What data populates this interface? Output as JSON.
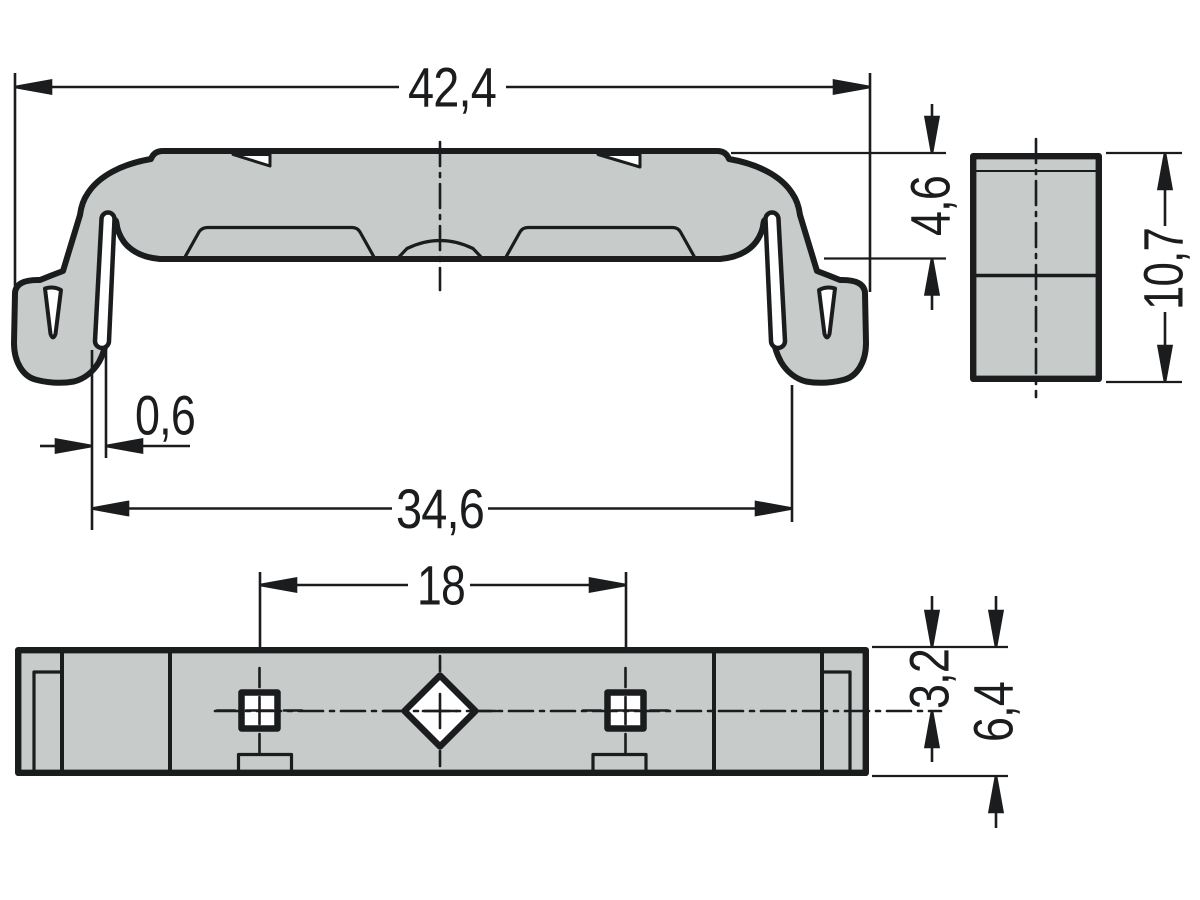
{
  "title": "Mounting foot technical drawing",
  "colors": {
    "part_fill": "#c7cbca",
    "line": "#1a1c1e",
    "background": "#ffffff"
  },
  "dims": {
    "front_overall_width": "42,4",
    "front_hook_gap": "0,6",
    "front_rail_width": "34,6",
    "side_upper_height": "4,6",
    "side_overall_height": "10,7",
    "bottom_hole_spacing": "18",
    "bottom_center_offset": "3,2",
    "bottom_overall_depth": "6,4"
  }
}
